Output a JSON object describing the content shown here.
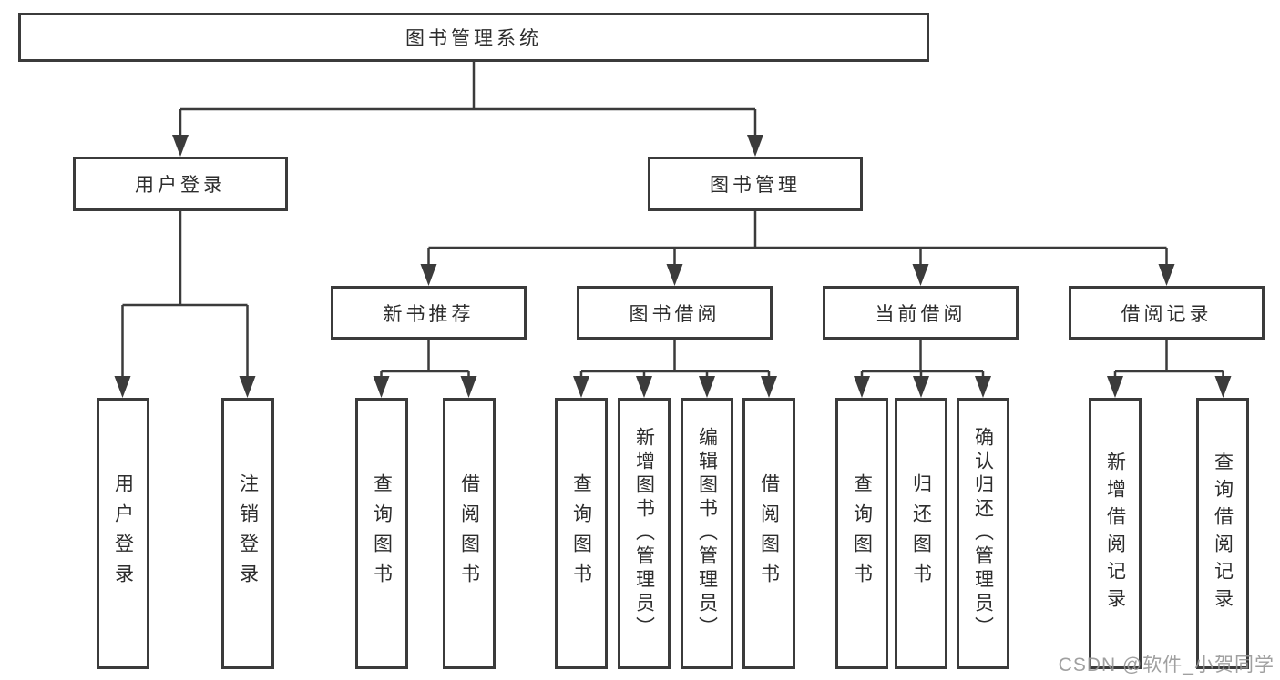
{
  "diagram": {
    "root": {
      "label": "图书管理系统"
    },
    "branches": [
      {
        "label": "用户登录",
        "children": [
          {
            "label": "用户登录"
          },
          {
            "label": "注销登录"
          }
        ]
      },
      {
        "label": "图书管理",
        "children": [
          {
            "label": "新书推荐",
            "children": [
              {
                "label": "查询图书"
              },
              {
                "label": "借阅图书"
              }
            ]
          },
          {
            "label": "图书借阅",
            "children": [
              {
                "label": "查询图书"
              },
              {
                "label": "新增图书（管理员）"
              },
              {
                "label": "编辑图书（管理员）"
              },
              {
                "label": "借阅图书"
              }
            ]
          },
          {
            "label": "当前借阅",
            "children": [
              {
                "label": "查询图书"
              },
              {
                "label": "归还图书"
              },
              {
                "label": "确认归还（管理员）"
              }
            ]
          },
          {
            "label": "借阅记录",
            "children": [
              {
                "label": "新增借阅记录"
              },
              {
                "label": "查询借阅记录"
              }
            ]
          }
        ]
      }
    ]
  },
  "watermark": {
    "text": "CSDN @软件_小贺同学"
  },
  "colors": {
    "line": "#3b3b3b",
    "text": "#2d2d2d",
    "background": "#ffffff",
    "watermark": "#969696"
  }
}
